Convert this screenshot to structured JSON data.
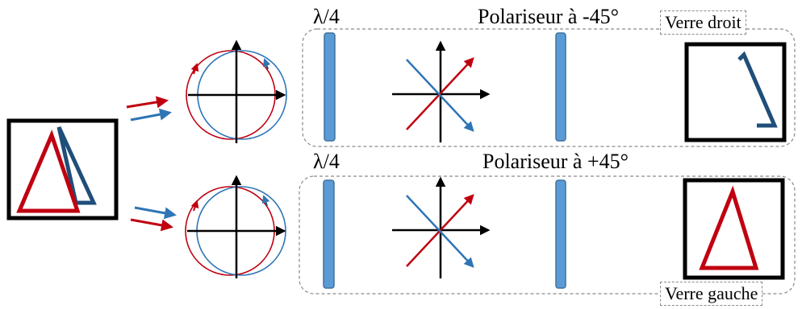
{
  "labels": {
    "quarter_wave_top": "λ/4",
    "quarter_wave_bottom": "λ/4",
    "polarizer_top": "Polariseur à -45°",
    "polarizer_bottom": "Polariseur à +45°",
    "right_glass": "Verre droit",
    "left_glass": "Verre gauche"
  },
  "colors": {
    "red": "#c00010",
    "blue": "#2e75b6",
    "dark_blue": "#1f4e79",
    "plate_fill": "#5b9bd5",
    "plate_stroke": "#41719c",
    "frame": "#000000",
    "dashed": "#8a8a8a"
  }
}
